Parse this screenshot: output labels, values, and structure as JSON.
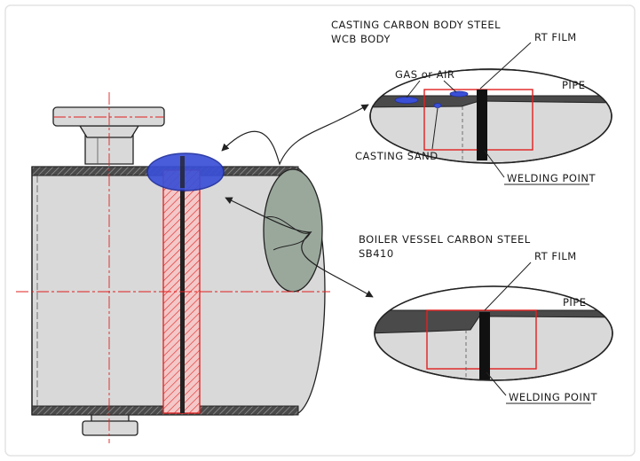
{
  "diagram": {
    "top_detail": {
      "title_line1": "CASTING CARBON BODY STEEL",
      "title_line2": "WCB BODY",
      "rt_film": "RT FILM",
      "gas_air": "GAS or AIR",
      "pipe": "PIPE",
      "casting_sand": "CASTING SAND",
      "welding_point": "WELDING POINT"
    },
    "bottom_detail": {
      "title_line1": "BOILER VESSEL CARBON STEEL",
      "title_line2": "SB410",
      "rt_film": "RT FILM",
      "pipe": "PIPE",
      "welding_point": "WELDING POINT"
    },
    "colors": {
      "body_fill": "#d9d9d9",
      "end_cap_fill": "#9aa89c",
      "highlight_blue": "#3a4fd6",
      "rt_red": "#e02020",
      "outline": "#222222",
      "wall_dark": "#4a4a4a"
    }
  }
}
